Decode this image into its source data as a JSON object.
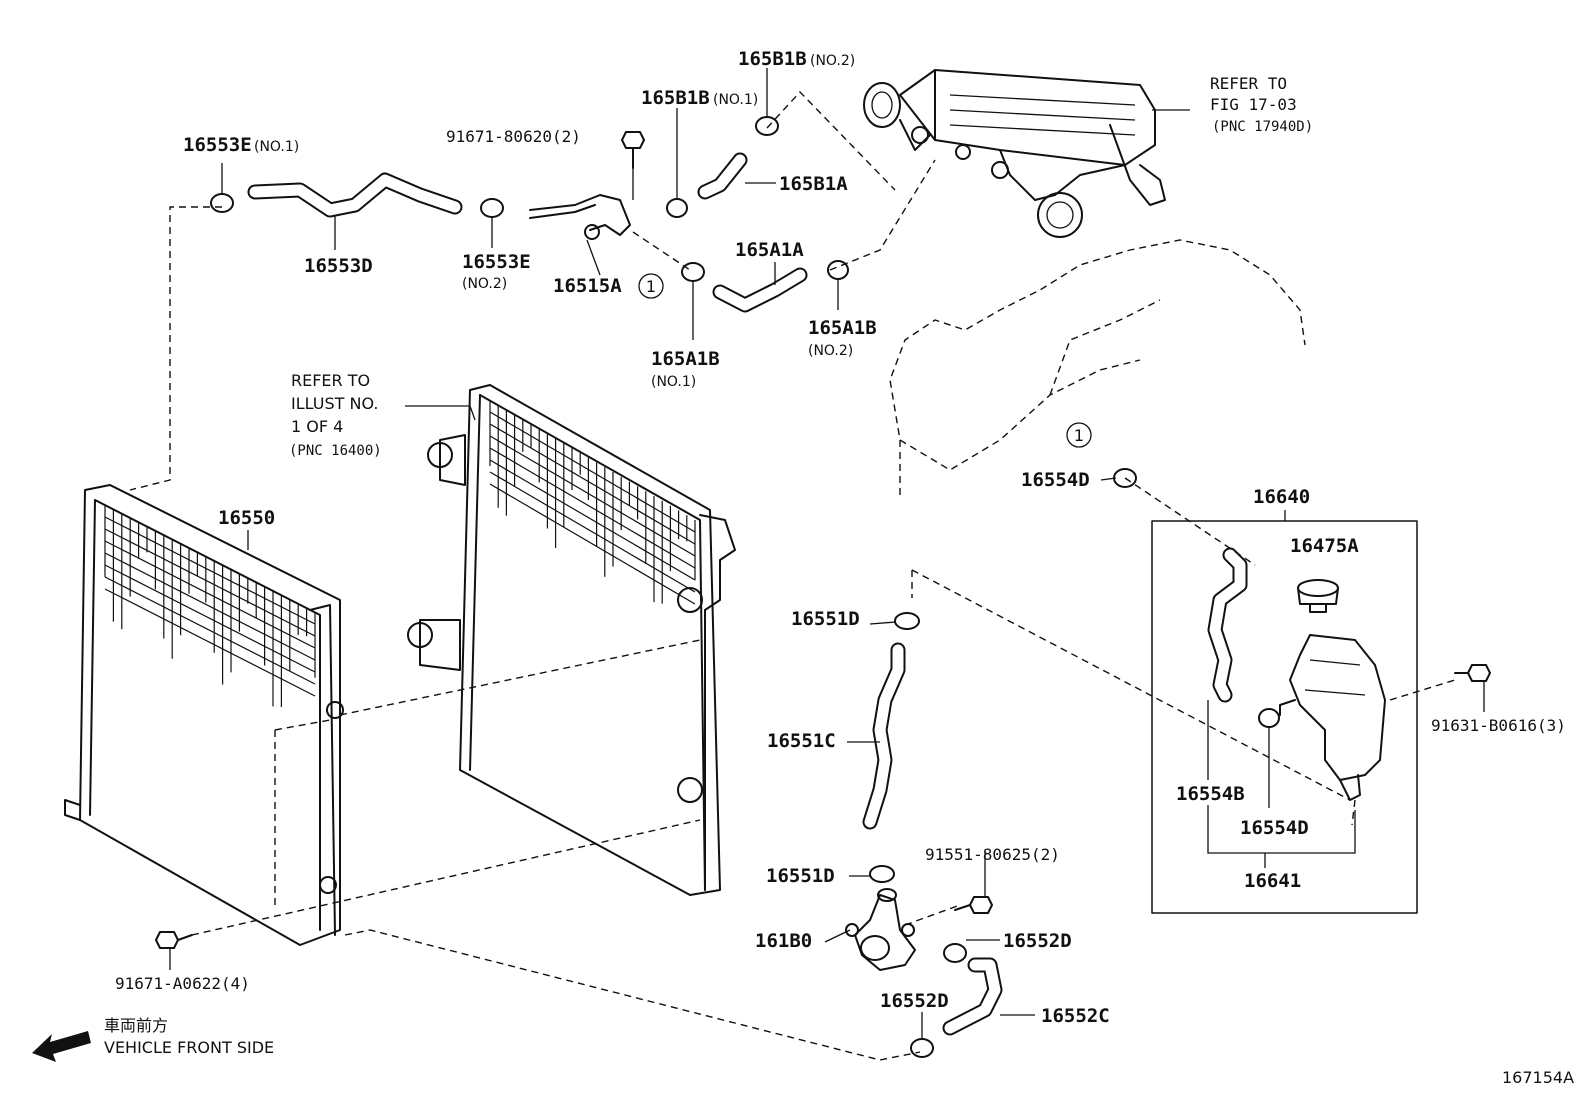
{
  "parts": {
    "p16553E_1": "16553E",
    "p16553E_1_note": "(NO.1)",
    "p16553D": "16553D",
    "p16553E_2": "16553E",
    "p16553E_2_note": "(NO.2)",
    "p91671_80620": "91671-80620(2)",
    "p16515A": "16515A",
    "p165B1B_1": "165B1B",
    "p165B1B_1_note": "(NO.1)",
    "p165B1B_2": "165B1B",
    "p165B1B_2_note": "(NO.2)",
    "p165B1A": "165B1A",
    "p165A1A": "165A1A",
    "p165A1B_1": "165A1B",
    "p165A1B_1_note": "(NO.1)",
    "p165A1B_2": "165A1B",
    "p165A1B_2_note": "(NO.2)",
    "p16550": "16550",
    "p16554D_top": "16554D",
    "p16640": "16640",
    "p16475A": "16475A",
    "p16551D_top": "16551D",
    "p16551C": "16551C",
    "p16551D_bottom": "16551D",
    "p91551_80625": "91551-80625(2)",
    "p161B0": "161B0",
    "p16552D_right": "16552D",
    "p16552D_bottom": "16552D",
    "p16552C": "16552C",
    "p16554B": "16554B",
    "p16554D_box": "16554D",
    "p16641": "16641",
    "p91631_B0616": "91631-B0616(3)",
    "p91671_A0622": "91671-A0622(4)"
  },
  "refs": {
    "fig_line1": "REFER TO",
    "fig_line2": "FIG 17-03",
    "fig_line3": "(PNC 17940D)",
    "illust_line1": "REFER TO",
    "illust_line2": "ILLUST NO.",
    "illust_line3": "1 OF 4",
    "illust_line4": "(PNC 16400)"
  },
  "markers": {
    "circle1": "1",
    "circle1_b": "1"
  },
  "footer": {
    "front_jp": "車両前方",
    "front_en": "VEHICLE FRONT SIDE",
    "code": "167154A"
  }
}
